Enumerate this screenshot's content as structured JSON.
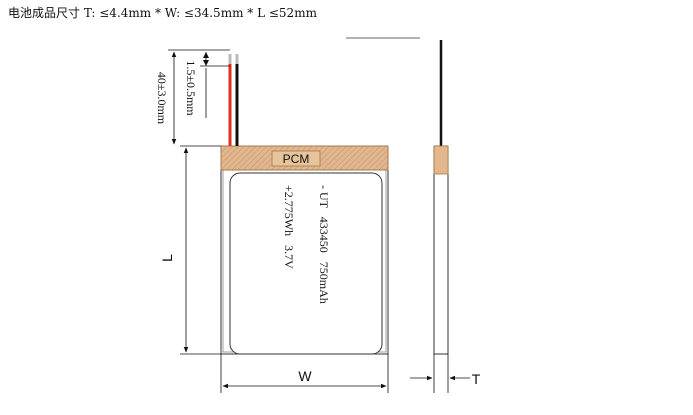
{
  "title": "电池成品尺寸 T: ≤4.4mm * W: ≤34.5mm * L ≤52mm",
  "dims": {
    "wire_length": "40±3.0mm",
    "strip_length": "1.5±0.5mm",
    "length_label": "L",
    "width_label": "W",
    "thickness_label": "T"
  },
  "pcm_label": "PCM",
  "cell_print": {
    "line1": "- UT   433450   750mAh",
    "line2": "+2.775Wh   3.7V"
  },
  "colors": {
    "tape": "#e2b78d",
    "red_wire": "#e0301e",
    "black_wire": "#111111",
    "outline": "#333333"
  }
}
